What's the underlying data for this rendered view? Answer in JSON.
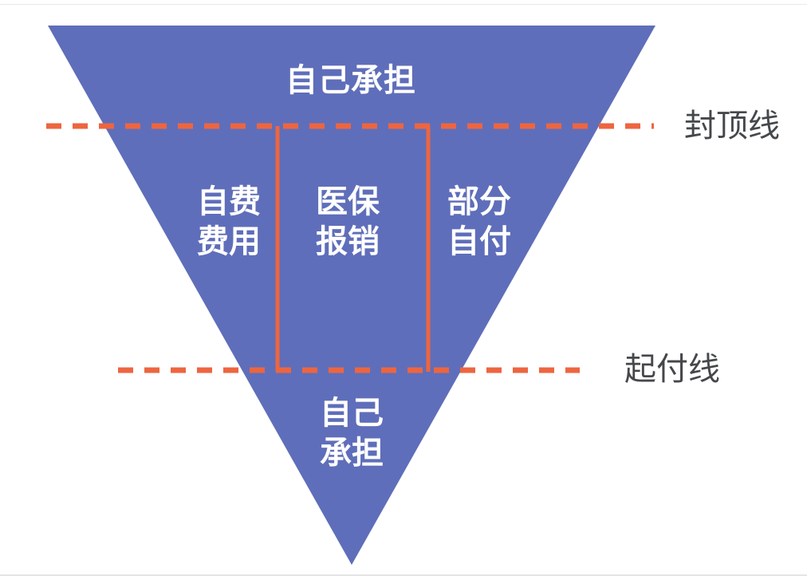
{
  "diagram": {
    "top_label": "自己承担",
    "columns": [
      {
        "label": "自费\n费用"
      },
      {
        "label": "医保\n报销"
      },
      {
        "label": "部分\n自付"
      }
    ],
    "bottom_label": "自己\n承担",
    "threshold_lines": [
      {
        "id": "cap-line",
        "label": "封顶线"
      },
      {
        "id": "deductible-line",
        "label": "起付线"
      }
    ]
  },
  "colors": {
    "triangle": "#5f6eba",
    "line": "#ed6540",
    "white_text": "#ffffff",
    "gray_text": "#45484b",
    "frame": "#e9e9e9",
    "background": "#ffffff"
  }
}
